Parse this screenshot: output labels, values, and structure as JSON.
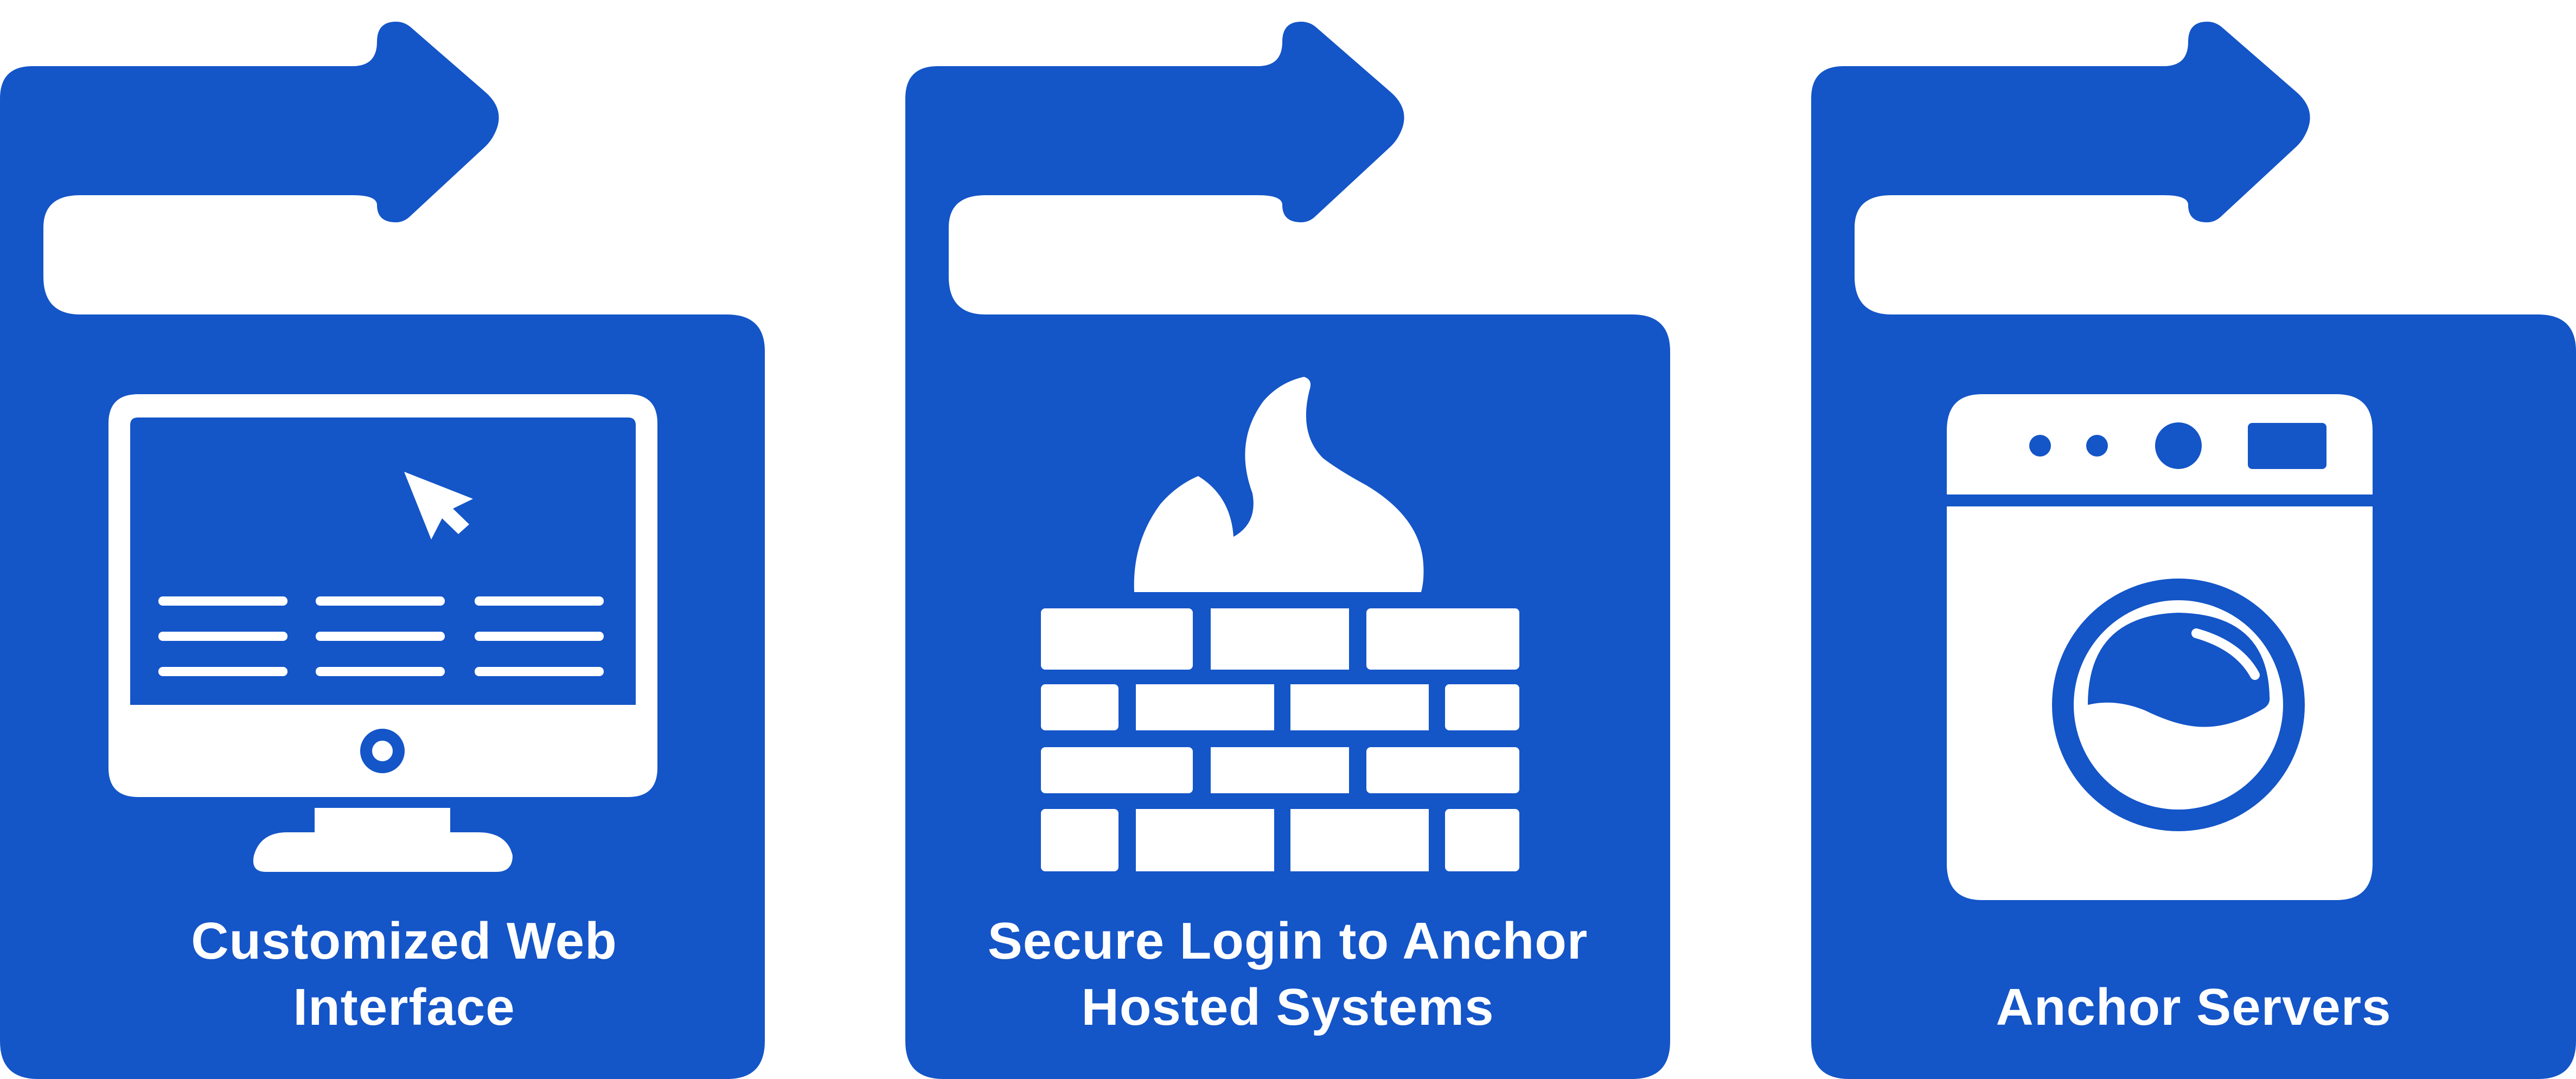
{
  "colors": {
    "card": "#1455C8",
    "icon": "#ffffff",
    "background": "#ffffff"
  },
  "cards": [
    {
      "icon": "monitor-icon",
      "label_line1": "Customized Web",
      "label_line2": "Interface"
    },
    {
      "icon": "firewall-icon",
      "label_line1": "Secure Login to Anchor",
      "label_line2": "Hosted Systems"
    },
    {
      "icon": "washing-machine-icon",
      "label_line1": "",
      "label_line2": "Anchor Servers"
    }
  ]
}
